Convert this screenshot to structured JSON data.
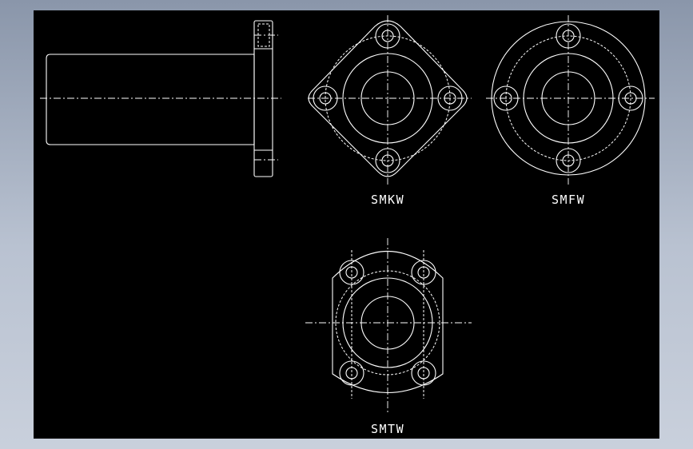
{
  "window": {
    "background": "#b0b9c8",
    "canvas_color": "#000000",
    "line_color": "#ffffff"
  },
  "views": [
    {
      "id": "side-view",
      "label": ""
    },
    {
      "id": "smkw",
      "label": "SMKW"
    },
    {
      "id": "smfw",
      "label": "SMFW"
    },
    {
      "id": "smtw",
      "label": "SMTW"
    }
  ]
}
